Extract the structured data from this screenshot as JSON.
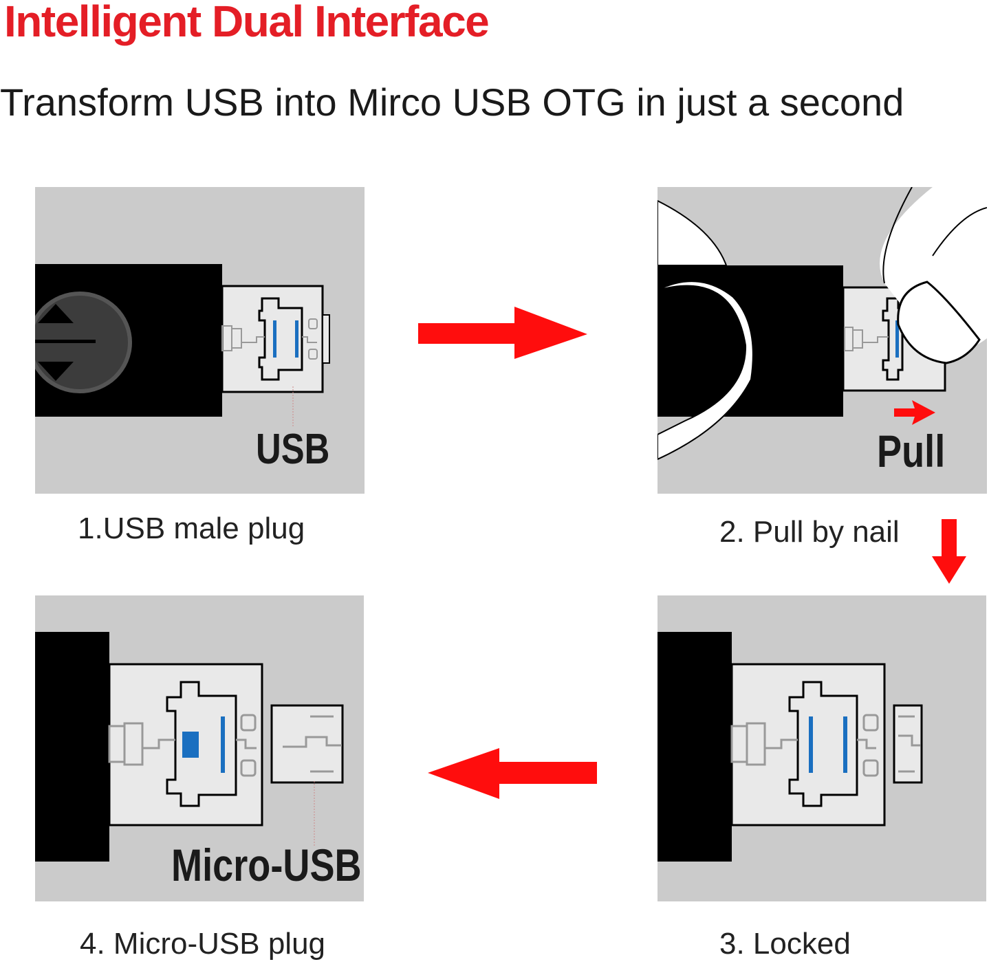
{
  "header": {
    "title": "Intelligent Dual Interface",
    "subtitle": "Transform USB into Mirco USB OTG in just a second"
  },
  "steps": [
    {
      "caption": "1.USB male plug",
      "label": "USB"
    },
    {
      "caption": "2. Pull by nail",
      "label": "Pull"
    },
    {
      "caption": "3. Locked"
    },
    {
      "caption": "4. Micro-USB plug",
      "label": "Micro-USB"
    }
  ],
  "colors": {
    "accent": "#e41e26",
    "arrow": "#ff0d0d",
    "panel": "#cbcbcb",
    "contact_blue": "#1a6fc0"
  },
  "icons": [
    "arrow-right-icon",
    "arrow-down-icon",
    "arrow-left-icon",
    "fingernail-icon"
  ]
}
